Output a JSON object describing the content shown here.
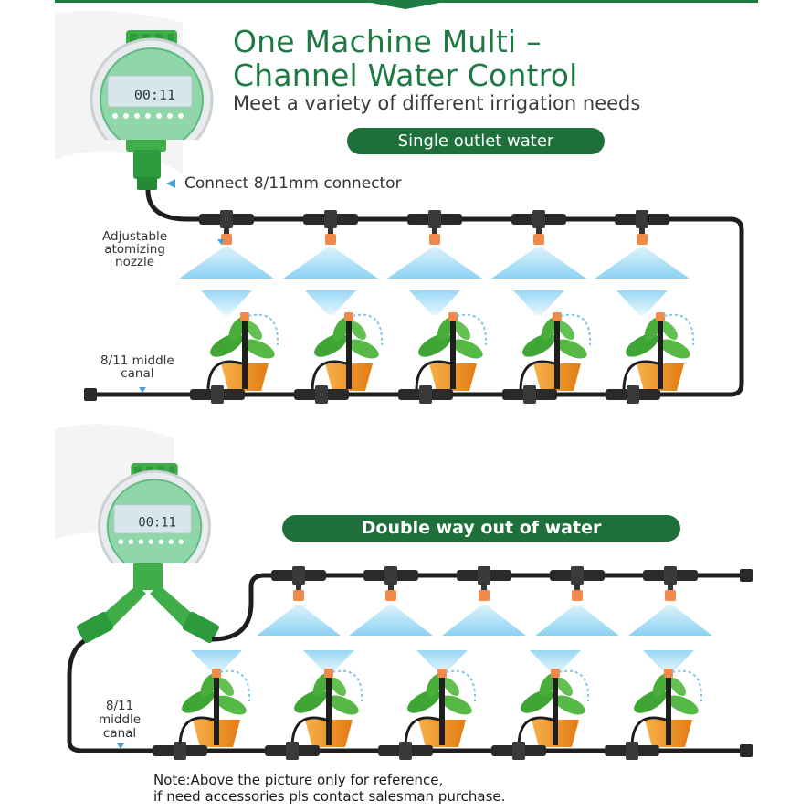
{
  "title": {
    "line1": "One Machine Multi –",
    "line2": "Channel Water Control"
  },
  "subtitle": "Meet a variety of different irrigation needs",
  "sections": {
    "single": {
      "badge": "Single outlet water",
      "connector_label": "Connect 8/11mm connector",
      "nozzle_label": [
        "Adjustable",
        "atomizing",
        "nozzle"
      ],
      "canal_label": [
        "8/11 middle",
        "canal"
      ],
      "outlet_count": 5
    },
    "double": {
      "badge": "Double way out of water",
      "canal_label": [
        "8/11",
        "middle",
        "canal"
      ],
      "outlet_count": 5
    }
  },
  "timer": {
    "display": "00:11"
  },
  "note": [
    "Note:Above the picture only for reference,",
    "if need accessories pls contact salesman purchase."
  ],
  "colors": {
    "brand_green": "#1d7a43",
    "badge_green": "#1f6f3b",
    "hose": "#1e1e1e",
    "nozzle_orange": "#f08a4b",
    "mist_blue": "#8fd3f4",
    "pot_orange": "#f29a1f",
    "leaf_green": "#3fa535"
  }
}
